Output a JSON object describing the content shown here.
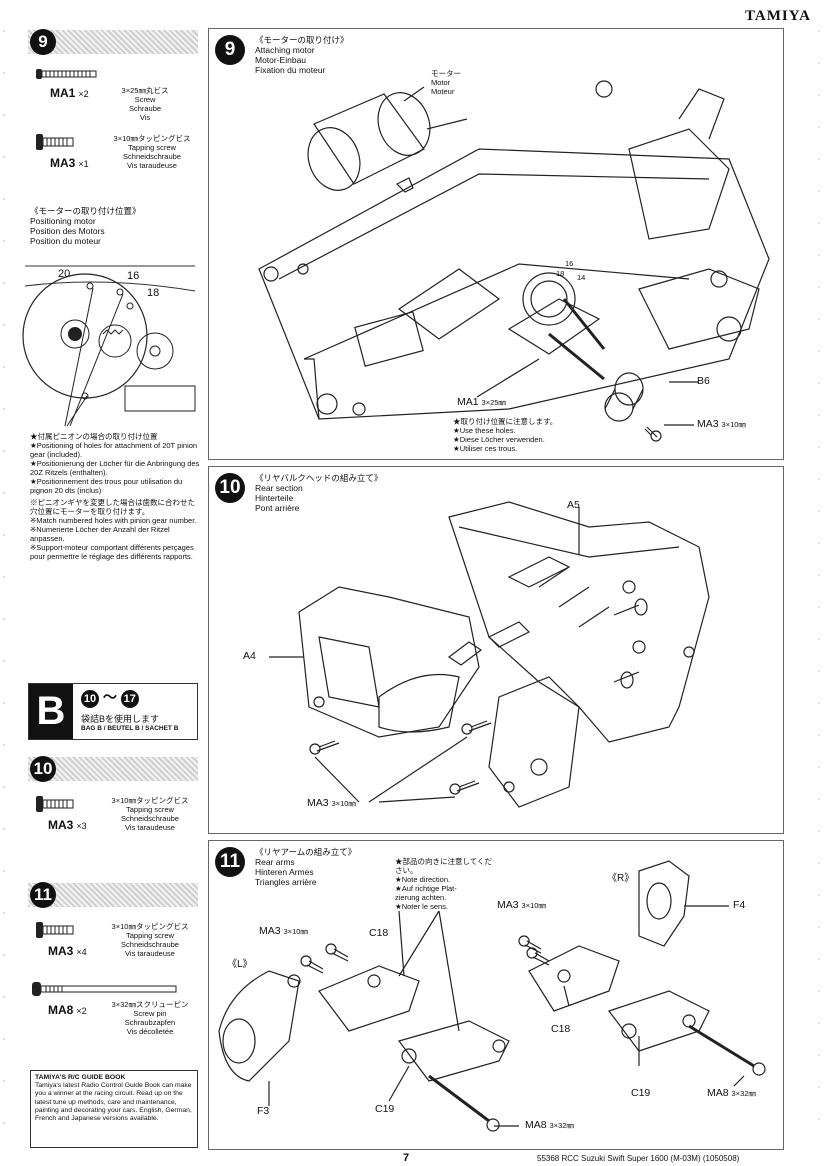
{
  "header": {
    "brand": "TAMIYA"
  },
  "left": {
    "step9": {
      "number": "9",
      "parts": [
        {
          "code": "MA1",
          "qty": "×2",
          "size": "3×25㎜丸ビス",
          "desc": [
            "Screw",
            "Schraube",
            "Vis"
          ]
        },
        {
          "code": "MA3",
          "qty": "×1",
          "size": "3×10㎜タッピングビス",
          "desc": [
            "Tapping screw",
            "Schneidschraube",
            "Vis taraudeuse"
          ]
        }
      ],
      "positioning": {
        "title": [
          "《モーターの取り付け位置》",
          "Positioning motor",
          "Position des Motors",
          "Position du moteur"
        ],
        "teeth": [
          "20",
          "16",
          "18"
        ],
        "notes": [
          "★付属ピニオンの場合の取り付け位置",
          "★Positioning of holes for attachment of 20T pinion gear (included).",
          "★Positionierung der Löcher für die Anbringung des 20Z Ritzels (enthalten).",
          "★Positionnement des trous pour utilisation du pignon 20 dts (inclus)",
          "※ピニオンギヤを変更した場合は歯数に合わせた穴位置にモーターを取り付けます。",
          "※Match numbered holes with pinion gear number.",
          "※Numerierte Löcher der Anzahl der Ritzel anpassen.",
          "※Support-moteur comportant différents perçages pour permettre le réglage des différents rapports."
        ]
      }
    },
    "bag": {
      "letter": "B",
      "range_from": "10",
      "range_to": "17",
      "jp": "袋詰Bを使用します",
      "en": "BAG B / BEUTEL B / SACHET B"
    },
    "step10": {
      "number": "10",
      "parts": [
        {
          "code": "MA3",
          "qty": "×3",
          "size": "3×10㎜タッピングビス",
          "desc": [
            "Tapping screw",
            "Schneidschraube",
            "Vis taraudeuse"
          ]
        }
      ]
    },
    "step11": {
      "number": "11",
      "parts": [
        {
          "code": "MA3",
          "qty": "×4",
          "size": "3×10㎜タッピングビス",
          "desc": [
            "Tapping screw",
            "Schneidschraube",
            "Vis taraudeuse"
          ]
        },
        {
          "code": "MA8",
          "qty": "×2",
          "size": "3×32㎜スクリューピン",
          "desc": [
            "Screw pin",
            "Schraubzapfen",
            "Vis décolletée"
          ]
        }
      ]
    },
    "guide": {
      "title": "TAMIYA'S R/C GUIDE BOOK",
      "text": "Tamiya's latest Radio Control Guide Book can make you a winner at the racing circuit. Read up on the latest tune up methods, care and maintenance, painting and decorating your cars. English, German, French and Japanese versions available."
    }
  },
  "panels": {
    "p9": {
      "number": "9",
      "title": [
        "《モーターの取り付け》",
        "Attaching motor",
        "Motor-Einbau",
        "Fixation du moteur"
      ],
      "motor": [
        "モーター",
        "Motor",
        "Moteur"
      ],
      "ma1": "MA1",
      "ma1_size": "3×25㎜",
      "b6": "B6",
      "ma3": "MA3",
      "ma3_size": "3×10㎜",
      "gear_nums": [
        "18",
        "16",
        "14"
      ],
      "holes_note": [
        "★取り付け位置に注意します。",
        "★Use these holes.",
        "★Diese Löcher verwenden.",
        "★Utiliser ces trous."
      ]
    },
    "p10": {
      "number": "10",
      "title": [
        "《リヤバルクヘッドの組み立て》",
        "Rear section",
        "Hinterteile",
        "Pont arrière"
      ],
      "a5": "A5",
      "a4": "A4",
      "ma3": "MA3",
      "ma3_size": "3×10㎜"
    },
    "p11": {
      "number": "11",
      "title": [
        "《リヤアームの組み立て》",
        "Rear arms",
        "Hinteren Armes",
        "Triangles arrière"
      ],
      "direction_note": [
        "★部品の向きに注意してください。",
        "★Note direction.",
        "★Auf richtige Plat-",
        "zierung achten.",
        "★Noter le sens."
      ],
      "left_tag": "《L》",
      "right_tag": "《R》",
      "labels": {
        "ma3_l": "MA3",
        "ma3_l_size": "3×10㎜",
        "c18_l": "C18",
        "f3": "F3",
        "c19_l": "C19",
        "ma8_l": "MA8",
        "ma8_l_size": "3×32㎜",
        "ma3_r": "MA3",
        "ma3_r_size": "3×10㎜",
        "f4": "F4",
        "c18_r": "C18",
        "c19_r": "C19",
        "ma8_r": "MA8",
        "ma8_r_size": "3×32㎜"
      }
    }
  },
  "footer": {
    "page": "7",
    "code": "55368  RCC Suzuki Swift Super 1600 (M-03M) (1050508)"
  }
}
